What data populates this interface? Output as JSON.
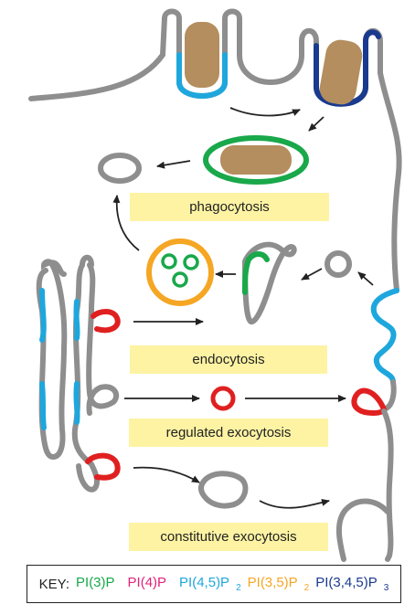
{
  "labels": {
    "phagocytosis": "phagocytosis",
    "endocytosis": "endocytosis",
    "regulated_exocytosis": "regulated exocytosis",
    "constitutive_exocytosis": "constitutive exocytosis"
  },
  "key": {
    "title": "KEY:",
    "items": [
      {
        "main": "PI(3)P",
        "sub": "",
        "color": "#19a84a"
      },
      {
        "main": "PI(4)P",
        "sub": "",
        "color": "#e0237a"
      },
      {
        "main": "PI(4,5)P",
        "sub": "2",
        "color": "#1ea7dd"
      },
      {
        "main": "PI(3,5)P",
        "sub": "2",
        "color": "#f5a623"
      },
      {
        "main": "PI(3,4,5)P",
        "sub": "3",
        "color": "#1a3a8f"
      }
    ]
  },
  "colors": {
    "membrane": "#8e8e8e",
    "particle": "#b48e5e",
    "pi3p": "#19a84a",
    "pi4p_red": "#e02020",
    "pi45p2": "#1ea7dd",
    "pi35p2": "#f5a623",
    "pi345p3": "#1a3a8f",
    "label_bg": "#fdf3a3"
  }
}
